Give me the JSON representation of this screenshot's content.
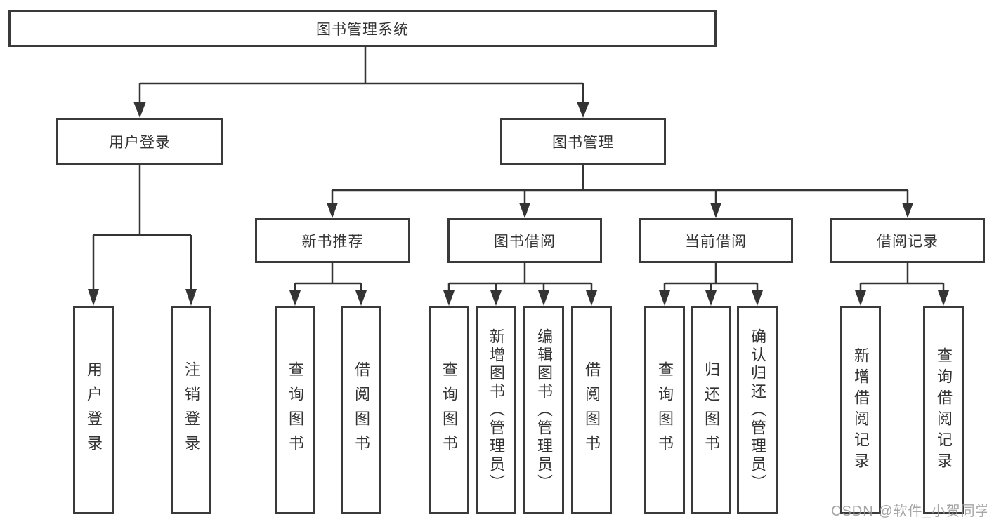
{
  "tree": {
    "root": {
      "label": "图书管理系统",
      "children": [
        {
          "label": "用户登录",
          "children": [
            {
              "label": "用户登录"
            },
            {
              "label": "注销登录"
            }
          ]
        },
        {
          "label": "图书管理",
          "children": [
            {
              "label": "新书推荐",
              "children": [
                {
                  "label": "查询图书"
                },
                {
                  "label": "借阅图书"
                }
              ]
            },
            {
              "label": "图书借阅",
              "children": [
                {
                  "label": "查询图书"
                },
                {
                  "label": "新增图书（管理员）"
                },
                {
                  "label": "编辑图书（管理员）"
                },
                {
                  "label": "借阅图书"
                }
              ]
            },
            {
              "label": "当前借阅",
              "children": [
                {
                  "label": "查询图书"
                },
                {
                  "label": "归还图书"
                },
                {
                  "label": "确认归还（管理员）"
                }
              ]
            },
            {
              "label": "借阅记录",
              "children": [
                {
                  "label": "新增借阅记录"
                },
                {
                  "label": "查询借阅记录"
                }
              ]
            }
          ]
        }
      ]
    }
  },
  "watermark": {
    "text": "CSDN @软件_小贺同学"
  },
  "colors": {
    "line": "#343434",
    "box_border": "#3a3a3a",
    "box_bg": "#ffffff",
    "text": "#333333",
    "watermark": "#a0a0a0"
  }
}
